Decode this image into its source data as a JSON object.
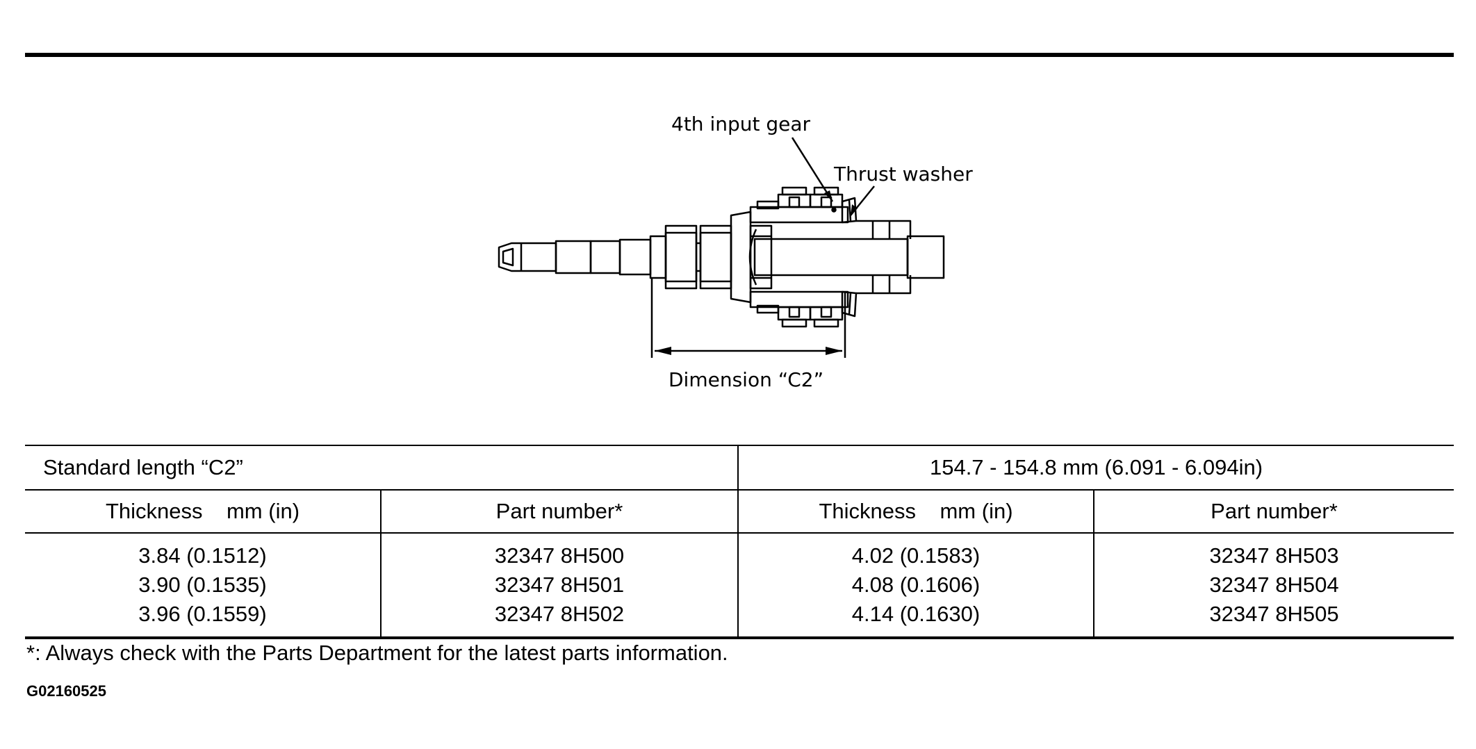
{
  "diagram": {
    "labels": {
      "input_gear": "4th input gear",
      "thrust_washer": "Thrust washer",
      "dimension": "Dimension “C2”"
    }
  },
  "table": {
    "standard_label": "Standard length “C2”",
    "standard_value": "154.7 - 154.8 mm (6.091 - 6.094in)",
    "headers": [
      "Thickness    mm (in)",
      "Part number*",
      "Thickness    mm (in)",
      "Part number*"
    ],
    "columns": [
      [
        "3.84 (0.1512)",
        "3.90 (0.1535)",
        "3.96 (0.1559)"
      ],
      [
        "32347 8H500",
        "32347 8H501",
        "32347 8H502"
      ],
      [
        "4.02 (0.1583)",
        "4.08 (0.1606)",
        "4.14 (0.1630)"
      ],
      [
        "32347 8H503",
        "32347 8H504",
        "32347 8H505"
      ]
    ]
  },
  "footnote": "*: Always check with the Parts Department for the latest parts information.",
  "figure_id": "G02160525"
}
